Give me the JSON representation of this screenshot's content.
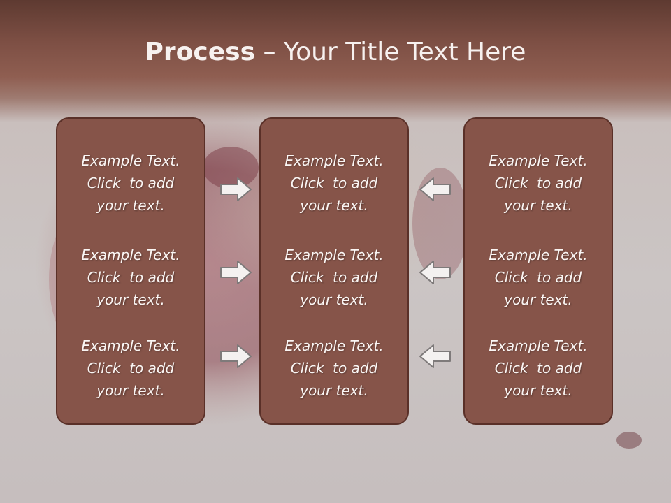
{
  "slide": {
    "title_bold": "Process",
    "title_rest": " – Your Title Text Here"
  },
  "panels": [
    {
      "items": [
        "Example Text.\nClick  to add\nyour text.",
        "Example Text.\nClick  to add\nyour text.",
        "Example Text.\nClick  to add\nyour text."
      ]
    },
    {
      "items": [
        "Example Text.\nClick  to add\nyour text.",
        "Example Text.\nClick  to add\nyour text.",
        "Example Text.\nClick  to add\nyour text."
      ]
    },
    {
      "items": [
        "Example Text.\nClick  to add\nyour text.",
        "Example Text.\nClick  to add\nyour text.",
        "Example Text.\nClick  to add\nyour text."
      ]
    }
  ],
  "arrows": {
    "left_group": [
      "arrow-right-icon",
      "arrow-right-icon",
      "arrow-right-icon"
    ],
    "right_group": [
      "arrow-left-icon",
      "arrow-left-icon",
      "arrow-left-icon"
    ]
  },
  "colors": {
    "panel_fill": "#865449",
    "panel_border": "#5a3028",
    "header_band": "#7d4f44",
    "background": "#cbc5c4",
    "text": "#fbf6f4"
  }
}
